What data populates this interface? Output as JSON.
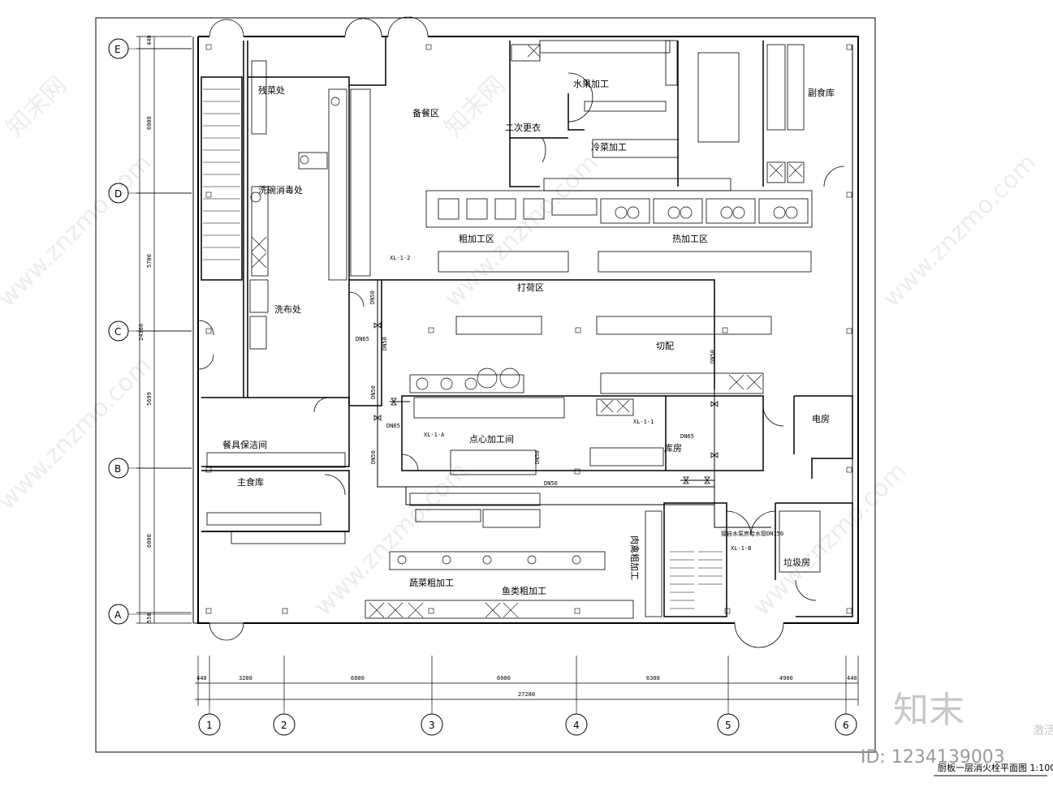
{
  "drawing": {
    "title": "厨板一层消火栓平面图 1:100",
    "rooms": {
      "canjucan": "残菜处",
      "beican": "备餐区",
      "shuiguo": "水果加工",
      "fushiku": "副食库",
      "erci": "二次更衣",
      "lengcai": "冷菜加工",
      "xiwan": "洗碗消毒处",
      "cujiagong": "粗加工区",
      "rejiagong": "热加工区",
      "xibu": "洗布处",
      "dahe": "打荷区",
      "qiepei": "切配",
      "dianfang": "电房",
      "canju": "餐具保洁间",
      "dianxin": "点心加工间",
      "kufang": "库房",
      "zhushi": "主食库",
      "laji": "垃圾房",
      "shucai": "蔬菜粗加工",
      "yulei": "鱼类粗加工",
      "rouqin": "肉禽粗加工"
    },
    "pipes": {
      "xl12": "XL-1-2",
      "xl11": "XL-1-1",
      "xl1a": "XL-1-A",
      "xl1b": "XL-1-B",
      "dn50": "DN50",
      "dn65": "DN65",
      "shuibeng": "接自水泵房给水管DN150"
    },
    "axes_v": [
      "E",
      "D",
      "C",
      "B",
      "A"
    ],
    "axes_h": [
      "1",
      "2",
      "3",
      "4",
      "5",
      "6"
    ],
    "dims_h": [
      "440",
      "3200",
      "6000",
      "6000",
      "6300",
      "4900",
      "440"
    ],
    "dim_total_h": "27280",
    "dims_v": [
      "440",
      "6000",
      "5700",
      "5699",
      "6000",
      "550"
    ],
    "dim_total_v": "24380"
  },
  "watermark": {
    "brand": "知末",
    "site": "www.znzmo.com",
    "cn": "知末网",
    "id": "ID: 1234139003",
    "side": "激活"
  }
}
